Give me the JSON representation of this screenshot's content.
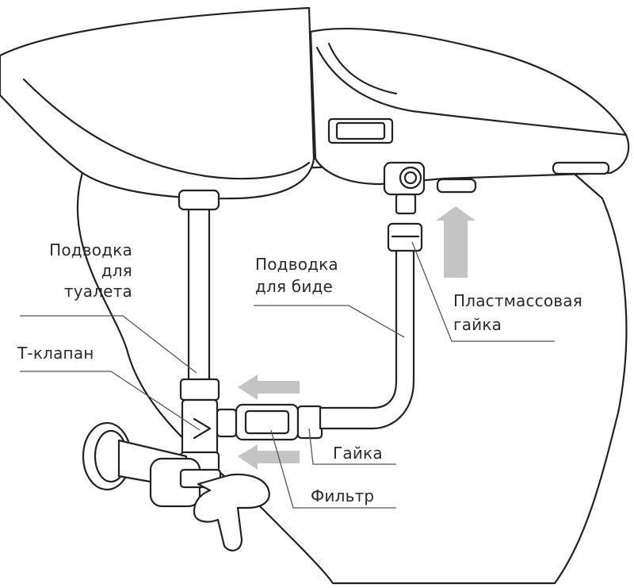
{
  "labels": {
    "toilet_supply_line1": "Подводка",
    "toilet_supply_line2": "для",
    "toilet_supply_line3": "туалета",
    "t_valve": "Т-клапан",
    "bidet_supply_line1": "Подводка",
    "bidet_supply_line2": "для  биде",
    "plastic_nut_line1": "Пластмассовая",
    "plastic_nut_line2": "гайка",
    "nut": "Гайка",
    "filter": "Фильтр"
  },
  "colors": {
    "line": "#222222",
    "fill": "#ffffff",
    "arrow": "#c4c4c4",
    "leader": "#555555"
  },
  "icons": {
    "flow_arrows": "gray-arrow"
  }
}
